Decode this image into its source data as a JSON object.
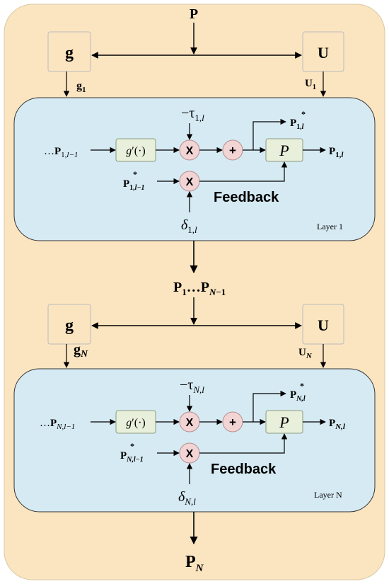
{
  "colors": {
    "outer_bg": "#fbe5c0",
    "outer_border": "#d9c7a5",
    "layer_bg": "#d6eaf3",
    "layer_border": "#333333",
    "box_bg": "#e8f0dc",
    "box_border": "#8c9a80",
    "circle_bg": "#f2d4d4",
    "circle_border": "#b89090",
    "white_box_border": "#bbbbbb",
    "line": "#000000"
  },
  "top": {
    "input": "P",
    "g_box": "g",
    "u_box": "U",
    "g_sub": "1",
    "u_sub": "1"
  },
  "layer1": {
    "input_prefix": "…",
    "input_sym": "P",
    "input_sub": "1,",
    "input_sub_tail": "l−1",
    "func_g": "g",
    "func_rest": "′(·)",
    "tau_prefix": "−τ",
    "tau_sub": "1,",
    "tau_sub_tail": "l",
    "mult": "X",
    "plus": "+",
    "proj": "P",
    "out_star_sym": "P",
    "out_star_sub": "1,",
    "out_star_sub_tail": "l",
    "out_sym": "P",
    "out_sub": "1,",
    "out_sub_tail": "l",
    "fb_sym": "P",
    "fb_sub": "1,",
    "fb_sub_tail": "l−1",
    "star": "*",
    "feedback": "Feedback",
    "delta_sym": "δ",
    "delta_sub": "1,",
    "delta_sub_tail": "l",
    "label": "Layer 1"
  },
  "middle": {
    "sym1": "P",
    "sub1": "1",
    "dots": "…",
    "sym2": "P",
    "sub2": "N",
    "sub2_tail": "−1",
    "g_box": "g",
    "u_box": "U",
    "g_sub": "N",
    "u_sub": "N"
  },
  "layerN": {
    "input_prefix": "…",
    "input_sym": "P",
    "input_sub": "N",
    "input_sub_tail": ",l−1",
    "func_g": "g",
    "func_rest": "′(·)",
    "tau_prefix": "−τ",
    "tau_sub": "N",
    "tau_sub_tail": ",l",
    "mult": "X",
    "plus": "+",
    "proj": "P",
    "out_star_sym": "P",
    "out_star_sub": "N",
    "out_star_sub_tail": ",l",
    "out_sym": "P",
    "out_sub": "N",
    "out_sub_tail": ",l",
    "fb_sym": "P",
    "fb_sub": "N",
    "fb_sub_tail": ",l−1",
    "star": "*",
    "feedback": "Feedback",
    "delta_sym": "δ",
    "delta_sub": "N",
    "delta_sub_tail": ",l",
    "label": "Layer N"
  },
  "bottom": {
    "output_sym": "P",
    "output_sub": "N"
  }
}
